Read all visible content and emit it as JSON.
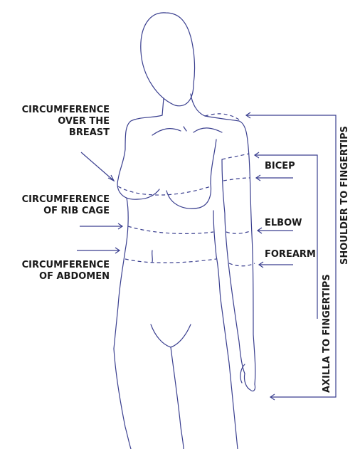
{
  "labels": {
    "breast": [
      "CIRCUMFERENCE",
      "OVER THE",
      "BREAST"
    ],
    "rib": [
      "CIRCUMFERENCE",
      "OF RIB CAGE"
    ],
    "abdomen": [
      "CIRCUMFERENCE",
      "OF ABDOMEN"
    ],
    "bicep": "BICEP",
    "elbow": "ELBOW",
    "forearm": "FOREARM",
    "shoulder_to_fingertips": "SHOULDER TO FINGERTIPS",
    "axilla_to_fingertips": "AXILLA TO FINGERTIPS"
  },
  "colors": {
    "line": "#3a3f8f",
    "text": "#1a1a1a",
    "background": "#ffffff"
  }
}
